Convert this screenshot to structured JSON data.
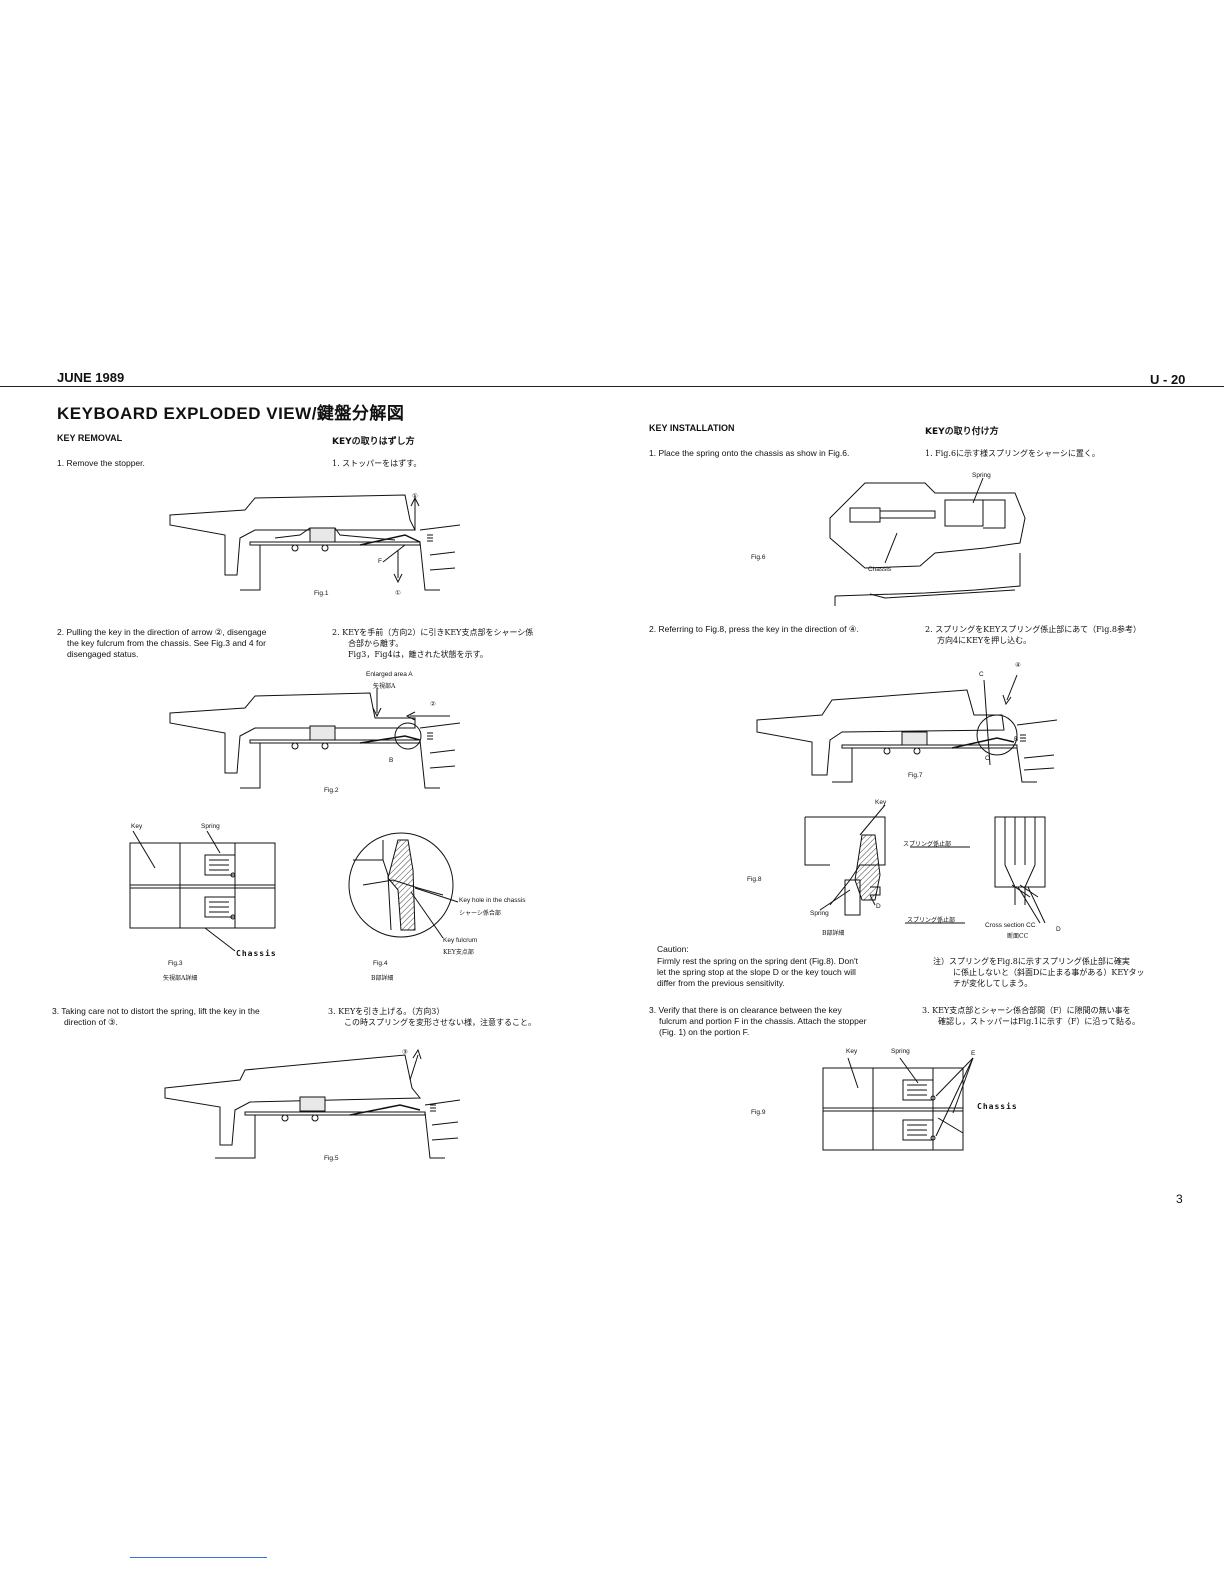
{
  "header": {
    "date": "JUNE 1989",
    "model": "U - 20",
    "page_number": "3"
  },
  "title": "KEYBOARD  EXPLODED  VIEW/鍵盤分解図",
  "removal": {
    "heading_en": "KEY REMOVAL",
    "heading_jp": "KEYの取りはずし方",
    "step1_en": "1.  Remove  the  stopper.",
    "step1_jp": "1.  ストッパーをはずす。",
    "step2_en": [
      "2.  Pulling the key in the direction of arrow ②, disengage",
      "the key fulcrum from the chassis. See Fig.3 and 4 for",
      "disengaged status."
    ],
    "step2_jp": [
      "2.  KEYを手前（方向2）に引きKEY支点部をシャーシ係",
      "合部から離す。",
      "Fig3，Fig4は，離された状態を示す。"
    ],
    "step3_en": [
      "3.  Taking care not to distort the spring, lift the key in the",
      "direction  of  ③."
    ],
    "step3_jp": [
      "3.  KEYを引き上げる。（方向3）",
      "この時スプリングを変形させない様，注意すること。"
    ],
    "fig1": {
      "caption": "Fig.1",
      "mark_top": "①",
      "mark_bottom": "①",
      "label_f": "F"
    },
    "fig2": {
      "caption": "Fig.2",
      "enlarged_en": "Enlarged area A",
      "enlarged_jp": "矢視部A",
      "mark": "②",
      "label_b": "B"
    },
    "fig3": {
      "caption": "Fig.3",
      "caption_jp": "矢視部A詳細",
      "key": "Key",
      "spring": "Spring",
      "chassis": "Chassis"
    },
    "fig4": {
      "caption": "Fig.4",
      "caption_jp": "B部詳細",
      "hole_en": "Key hole in the chassis",
      "hole_jp": "シャーシ係合部",
      "fulcrum_en": "Key fulcrum",
      "fulcrum_jp": "KEY支点部"
    },
    "fig5": {
      "caption": "Fig.5",
      "mark": "③"
    }
  },
  "installation": {
    "heading_en": "KEY INSTALLATION",
    "heading_jp": "KEYの取り付け方",
    "step1_en": "1.  Place  the  spring  onto  the  chassis  as  show  in  Fig.6.",
    "step1_jp": "1.  Fig.6に示す様スプリングをシャーシに置く。",
    "step2_en": "2.  Referring to Fig.8, press the key in the direction of ④.",
    "step2_jp": [
      "2.  スプリングをKEYスプリング係止部にあて（Fig.8参考）",
      "方向4にKEYを押し込む。"
    ],
    "caution_title": "Caution:",
    "caution_en": [
      "Firmly rest the spring on the spring dent (Fig.8). Don't",
      "let the spring stop at the slope D or the key touch will",
      "differ  from  the  previous  sensitivity."
    ],
    "caution_jp": [
      "注）スプリングをFig.8に示すスプリング係止部に確実",
      "に係止しないと（斜面Dに止まる事がある）KEYタッ",
      "チが変化してしまう。"
    ],
    "step3_en": [
      "3.  Verify  that  there  is  on  clearance  between  the  key",
      "fulcrum and portion F in the chassis. Attach the stopper",
      "(Fig.  1)  on  the  portion  F."
    ],
    "step3_jp": [
      "3.  KEY支点部とシャーシ係合部間（F）に隙間の無い事を",
      "確認し，ストッパーはFig.1に示す（F）に沿って貼る。"
    ],
    "fig6": {
      "caption": "Fig.6",
      "spring": "Spring",
      "chassis": "Chassis"
    },
    "fig7": {
      "caption": "Fig.7",
      "mark": "④",
      "label_c_top": "C",
      "label_c_bottom": "C",
      "label_b": "B"
    },
    "fig8": {
      "caption": "Fig.8",
      "key": "Key",
      "spring": "Spring",
      "detail_jp": "B部詳細",
      "dent_jp_top": "スプリング係止部",
      "dent_jp_bottom": "スプリング係止部",
      "label_d1": "D",
      "label_d2": "D",
      "cross_en": "Cross  section  CC",
      "cross_jp": "断面CC"
    },
    "fig9": {
      "caption": "Fig.9",
      "key": "Key",
      "spring": "Spring",
      "label_e": "E",
      "chassis": "Chassis"
    }
  }
}
